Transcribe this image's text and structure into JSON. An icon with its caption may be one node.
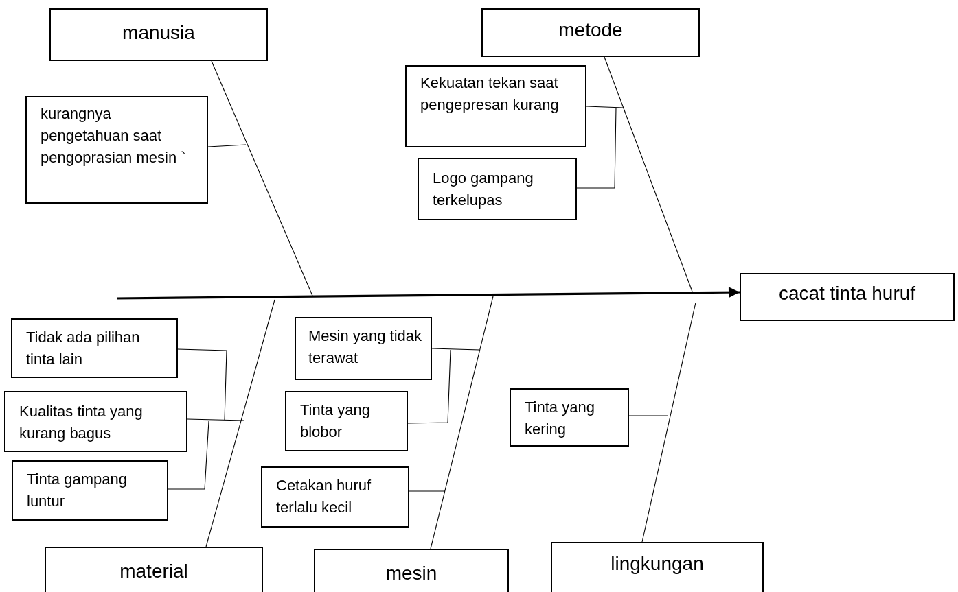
{
  "diagram": {
    "nodes": [
      {
        "text": [
          "manusia"
        ]
      },
      {
        "text": [
          "kurangnya pengetahuan saat pengoprasian mesin `"
        ]
      },
      {
        "text": [
          "metode"
        ]
      },
      {
        "text": [
          "Kekuatan tekan saat pengepresan kurang"
        ]
      },
      {
        "text": [
          "Logo gampang terkelupas"
        ]
      },
      {
        "text": [
          "cacat tinta huruf"
        ]
      },
      {
        "text": [
          "Tidak ada pilihan tinta lain"
        ]
      },
      {
        "text": [
          "Kualitas tinta yang kurang bagus"
        ]
      },
      {
        "text": [
          "Tinta gampang luntur"
        ]
      },
      {
        "text": [
          "Mesin yang tidak terawat"
        ]
      },
      {
        "text": [
          "Tinta yang blobor"
        ]
      },
      {
        "text": [
          "Cetakan huruf terlalu kecil"
        ]
      },
      {
        "text": [
          "Tinta yang kering"
        ]
      },
      {
        "text": [
          "material"
        ]
      },
      {
        "text": [
          "mesin"
        ]
      },
      {
        "text": [
          "lingkungan"
        ]
      }
    ],
    "edges": [
      {
        "from": null,
        "to": 5,
        "arrow": "to",
        "style": "thick"
      },
      {
        "from": 0,
        "to": null,
        "arrow": "none"
      },
      {
        "from": 1,
        "to": null,
        "arrow": "none"
      },
      {
        "from": 2,
        "to": null,
        "arrow": "none"
      },
      {
        "from": 3,
        "to": null,
        "arrow": "none"
      },
      {
        "from": 4,
        "to": null,
        "arrow": "none"
      },
      {
        "from": 13,
        "to": null,
        "arrow": "none"
      },
      {
        "from": 6,
        "to": null,
        "arrow": "none"
      },
      {
        "from": 7,
        "to": null,
        "arrow": "none"
      },
      {
        "from": 8,
        "to": null,
        "arrow": "none"
      },
      {
        "from": 14,
        "to": null,
        "arrow": "none"
      },
      {
        "from": 9,
        "to": null,
        "arrow": "none"
      },
      {
        "from": 10,
        "to": null,
        "arrow": "none"
      },
      {
        "from": 11,
        "to": null,
        "arrow": "none"
      },
      {
        "from": 15,
        "to": null,
        "arrow": "none"
      },
      {
        "from": 12,
        "to": null,
        "arrow": "none"
      }
    ]
  }
}
